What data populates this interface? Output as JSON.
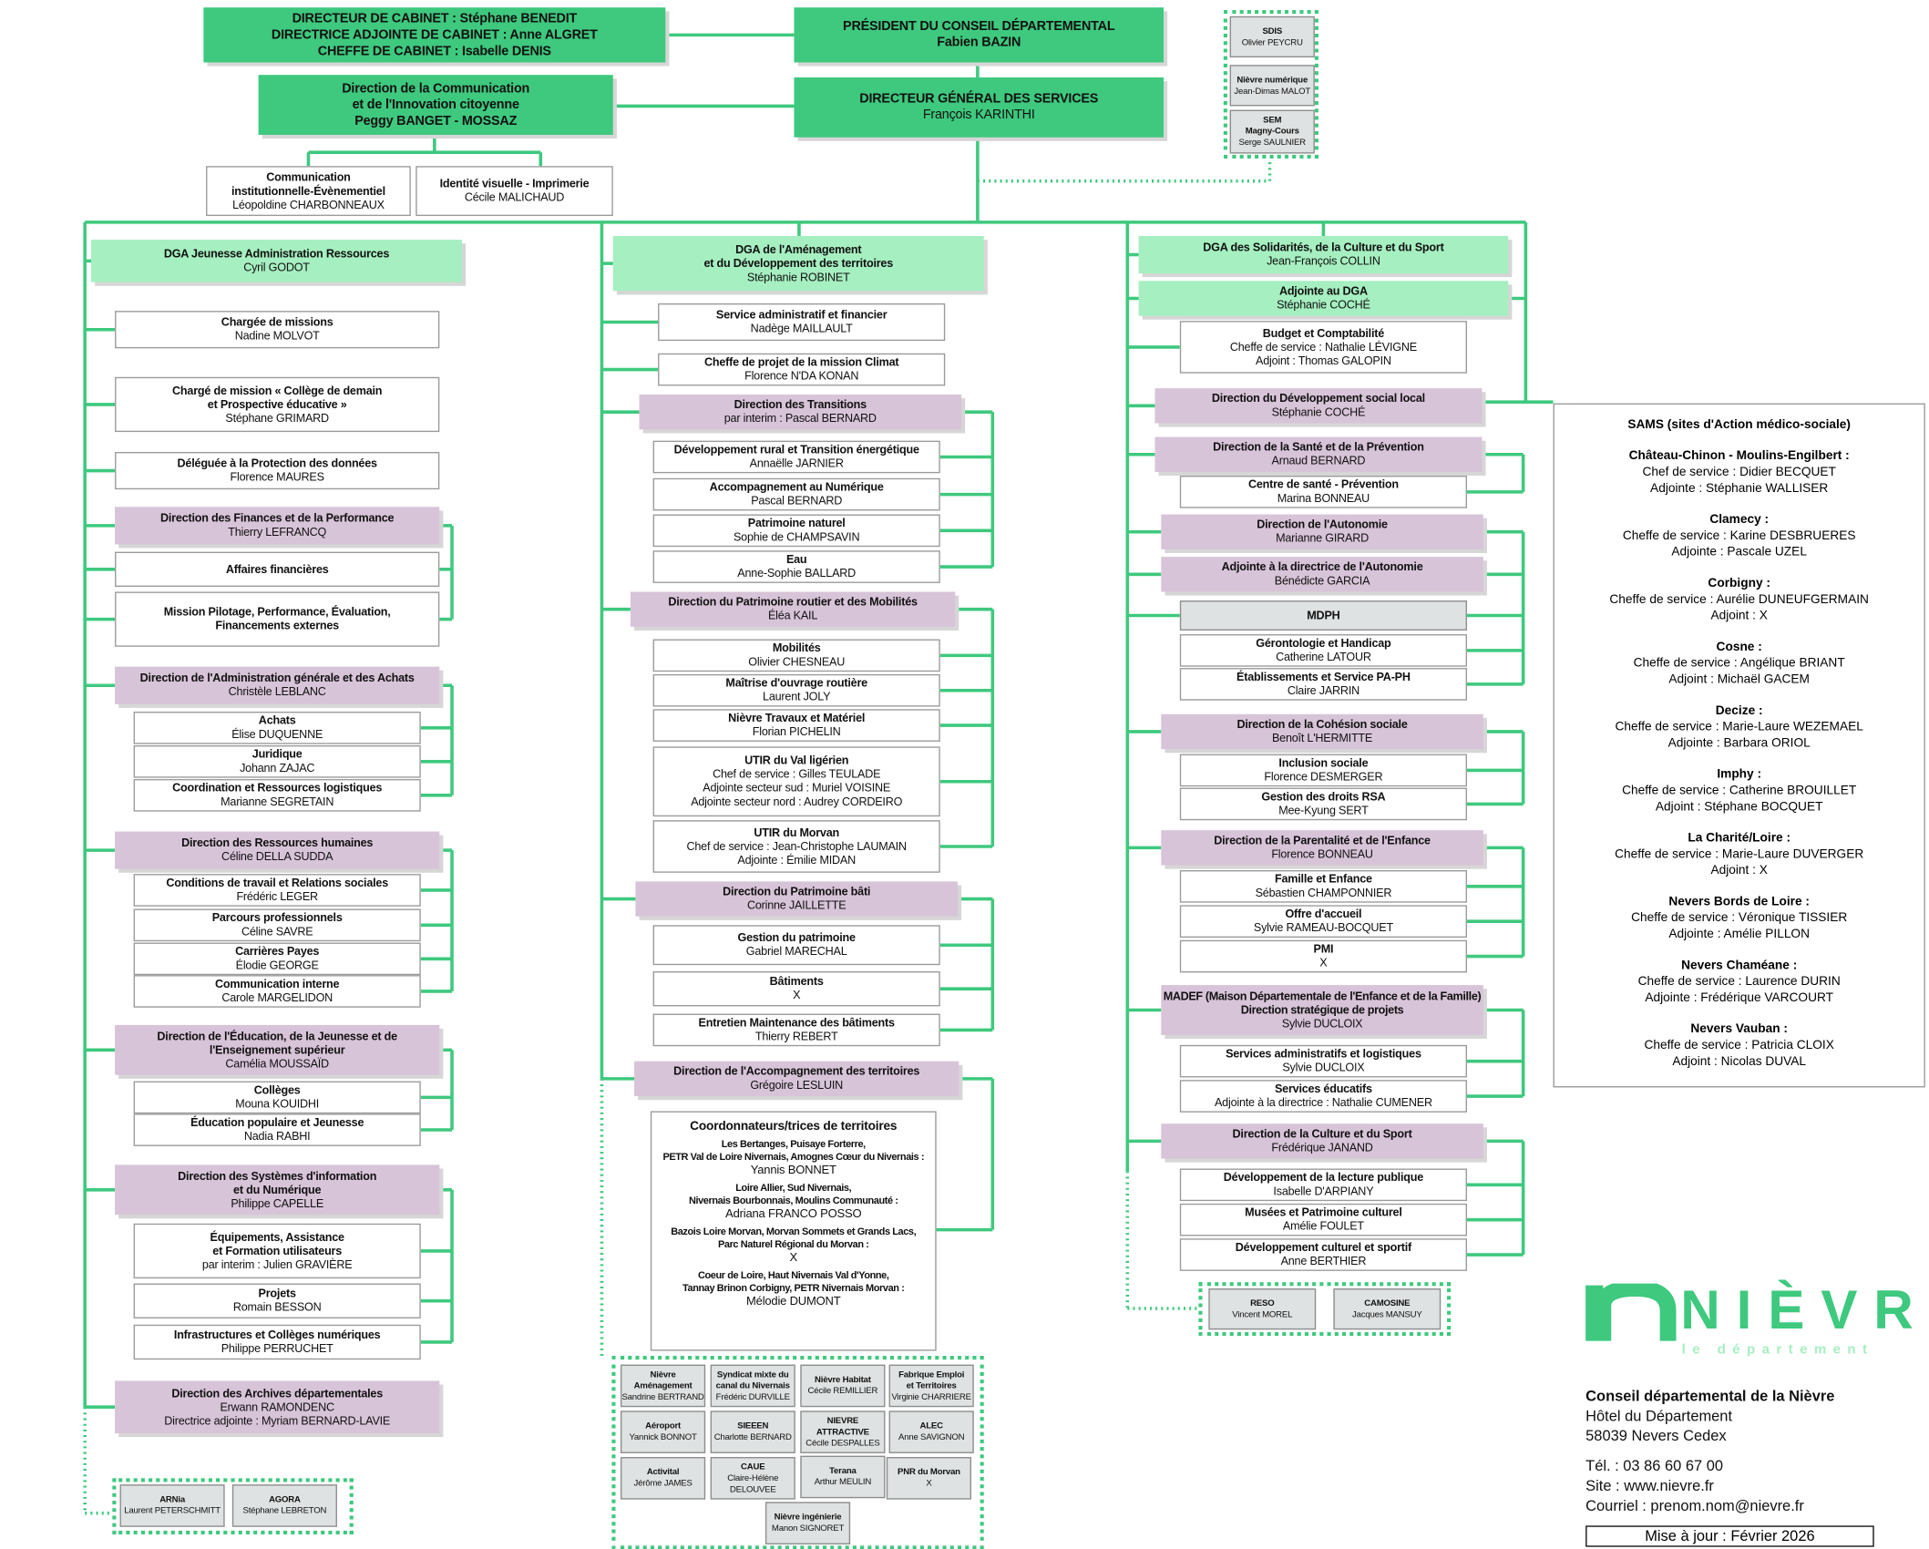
{
  "colors": {
    "primary_green": "#3ec97e",
    "light_green": "#a6efc1",
    "direction_purple": "#d8c4d8",
    "partner_grey": "#dfe2e2"
  },
  "boxes": {
    "cabinet": {
      "title": [
        "DIRECTEUR DE CABINET : Stéphane BENEDIT",
        "DIRECTRICE ADJOINTE DE CABINET : Anne ALGRET",
        "CHEFFE DE CABINET : Isabelle DENIS"
      ],
      "names": []
    },
    "president": {
      "title": [
        "PRÉSIDENT DU CONSEIL DÉPARTEMENTAL",
        "Fabien BAZIN"
      ],
      "names": []
    },
    "communication": {
      "title": [
        "Direction de la Communication",
        "et de l'Innovation citoyenne",
        "Peggy BANGET - MOSSAZ"
      ],
      "names": []
    },
    "dgs": {
      "title": [
        "DIRECTEUR GÉNÉRAL DES SERVICES"
      ],
      "names": [
        "François KARINTHI"
      ]
    },
    "comm-institutionnelle": {
      "title": [
        "Communication",
        "institutionnelle-Évènementiel"
      ],
      "names": [
        "Léopoldine CHARBONNEAUX"
      ]
    },
    "identite-visuelle": {
      "title": [
        "Identité visuelle - Imprimerie"
      ],
      "names": [
        "Cécile MALICHAUD"
      ]
    },
    "sdis": {
      "title": [
        "SDIS"
      ],
      "names": [
        "Olivier PEYCRU"
      ]
    },
    "nievre-numerique": {
      "title": [
        "Nièvre numérique"
      ],
      "names": [
        "Jean-Dimas MALOT"
      ]
    },
    "sem-magny-cours": {
      "title": [
        "SEM",
        "Magny-Cours"
      ],
      "names": [
        "Serge SAULNIER"
      ]
    },
    "dga-jeunesse": {
      "title": [
        "DGA Jeunesse Administration Ressources"
      ],
      "names": [
        "Cyril GODOT"
      ]
    },
    "chargee-missions": {
      "title": [
        "Chargée de missions"
      ],
      "names": [
        "Nadine MOLVOT"
      ]
    },
    "college-demain": {
      "title": [
        "Chargé de mission « Collège de demain",
        "et Prospective éducative »"
      ],
      "names": [
        "Stéphane GRIMARD"
      ]
    },
    "protection-donnees": {
      "title": [
        "Déléguée à la Protection des données"
      ],
      "names": [
        "Florence MAURES"
      ]
    },
    "dir-finances": {
      "title": [
        "Direction des Finances et de la Performance"
      ],
      "names": [
        "Thierry LEFRANCQ"
      ]
    },
    "affaires-financieres": {
      "title": [
        "Affaires financières"
      ],
      "names": []
    },
    "mission-pilotage": {
      "title": [
        "Mission Pilotage, Performance, Évaluation,",
        "Financements externes"
      ],
      "names": []
    },
    "dir-admin-generale": {
      "title": [
        "Direction de l'Administration générale et des Achats"
      ],
      "names": [
        "Christèle LEBLANC"
      ]
    },
    "achats": {
      "title": [
        "Achats"
      ],
      "names": [
        "Élise DUQUENNE"
      ]
    },
    "juridique": {
      "title": [
        "Juridique"
      ],
      "names": [
        "Johann ZAJAC"
      ]
    },
    "coord-logistique": {
      "title": [
        "Coordination et Ressources logistiques"
      ],
      "names": [
        "Marianne SEGRETAIN"
      ]
    },
    "dir-rh": {
      "title": [
        "Direction des Ressources humaines"
      ],
      "names": [
        "Céline DELLA SUDDA"
      ]
    },
    "conditions-travail": {
      "title": [
        "Conditions de travail et Relations sociales"
      ],
      "names": [
        "Frédéric LEGER"
      ]
    },
    "parcours-pro": {
      "title": [
        "Parcours professionnels"
      ],
      "names": [
        "Céline SAVRE"
      ]
    },
    "carrieres-payes": {
      "title": [
        "Carrières Payes"
      ],
      "names": [
        "Élodie GEORGE"
      ]
    },
    "comm-interne": {
      "title": [
        "Communication interne"
      ],
      "names": [
        "Carole MARGELIDON"
      ]
    },
    "dir-education": {
      "title": [
        "Direction de l'Éducation, de la Jeunesse et de",
        "l'Enseignement supérieur"
      ],
      "names": [
        "Camélia MOUSSAÏD"
      ]
    },
    "colleges": {
      "title": [
        "Collèges"
      ],
      "names": [
        "Mouna KOUIDHI"
      ]
    },
    "education-populaire": {
      "title": [
        "Éducation populaire et Jeunesse"
      ],
      "names": [
        "Nadia RABHI"
      ]
    },
    "dir-si": {
      "title": [
        "Direction des Systèmes d'information",
        "et du Numérique"
      ],
      "names": [
        "Philippe CAPELLE"
      ]
    },
    "equipements": {
      "title": [
        "Équipements, Assistance",
        "et Formation utilisateurs"
      ],
      "names": [
        "par interim : Julien GRAVIÈRE"
      ]
    },
    "projets": {
      "title": [
        "Projets"
      ],
      "names": [
        "Romain BESSON"
      ]
    },
    "infrastructures": {
      "title": [
        "Infrastructures et Collèges numériques"
      ],
      "names": [
        "Philippe PERRUCHET"
      ]
    },
    "dir-archives": {
      "title": [
        "Direction des Archives départementales"
      ],
      "names": [
        "Erwann RAMONDENC",
        "Directrice adjointe : Myriam BERNARD-LAVIE"
      ]
    },
    "arnia": {
      "title": [
        "ARNia"
      ],
      "names": [
        "Laurent PETERSCHMITT"
      ]
    },
    "agora": {
      "title": [
        "AGORA"
      ],
      "names": [
        "Stéphane LEBRETON"
      ]
    },
    "dga-amenagement": {
      "title": [
        "DGA de l'Aménagement",
        "et du Développement des territoires"
      ],
      "names": [
        "Stéphanie ROBINET"
      ]
    },
    "service-admin-fin": {
      "title": [
        "Service administratif et financier"
      ],
      "names": [
        "Nadège MAILLAULT"
      ]
    },
    "mission-climat": {
      "title": [
        "Cheffe de projet de la mission Climat"
      ],
      "names": [
        "Florence N'DA KONAN"
      ]
    },
    "dir-transitions": {
      "title": [
        "Direction des Transitions"
      ],
      "names": [
        "par interim : Pascal BERNARD"
      ]
    },
    "dev-rural": {
      "title": [
        "Développement rural et Transition énergétique"
      ],
      "names": [
        "Annaëlle JARNIER"
      ]
    },
    "accomp-numerique": {
      "title": [
        "Accompagnement au Numérique"
      ],
      "names": [
        "Pascal BERNARD"
      ]
    },
    "patrimoine-naturel": {
      "title": [
        "Patrimoine naturel"
      ],
      "names": [
        "Sophie de CHAMPSAVIN"
      ]
    },
    "eau": {
      "title": [
        "Eau"
      ],
      "names": [
        "Anne-Sophie BALLARD"
      ]
    },
    "dir-patrimoine-routier": {
      "title": [
        "Direction du Patrimoine routier et des Mobilités"
      ],
      "names": [
        "Éléa KAIL"
      ]
    },
    "mobilites": {
      "title": [
        "Mobilités"
      ],
      "names": [
        "Olivier CHESNEAU"
      ]
    },
    "maitrise-ouvrage": {
      "title": [
        "Maîtrise d'ouvrage routière"
      ],
      "names": [
        "Laurent JOLY"
      ]
    },
    "nievre-travaux": {
      "title": [
        "Nièvre Travaux et Matériel"
      ],
      "names": [
        "Florian PICHELIN"
      ]
    },
    "utir-val-ligerien": {
      "title": [
        "UTIR du Val ligérien"
      ],
      "names": [
        "Chef de service : Gilles TEULADE",
        "Adjointe secteur sud : Muriel VOISINE",
        "Adjointe secteur nord : Audrey CORDEIRO"
      ]
    },
    "utir-morvan": {
      "title": [
        "UTIR du Morvan"
      ],
      "names": [
        "Chef de service : Jean-Christophe LAUMAIN",
        "Adjointe : Émilie MIDAN"
      ]
    },
    "dir-patrimoine-bati": {
      "title": [
        "Direction du Patrimoine bâti"
      ],
      "names": [
        "Corinne JAILLETTE"
      ]
    },
    "gestion-patrimoine": {
      "title": [
        "Gestion du patrimoine"
      ],
      "names": [
        "Gabriel MARECHAL"
      ]
    },
    "batiments": {
      "title": [
        "Bâtiments"
      ],
      "names": [
        "X"
      ]
    },
    "entretien-batiments": {
      "title": [
        "Entretien Maintenance des bâtiments"
      ],
      "names": [
        "Thierry REBERT"
      ]
    },
    "dir-accomp-territoires": {
      "title": [
        "Direction de l'Accompagnement des territoires"
      ],
      "names": [
        "Grégoire LESLUIN"
      ]
    },
    "nievre-amenagement": {
      "title": [
        "Nièvre",
        "Aménagement"
      ],
      "names": [
        "Sandrine BERTRAND"
      ]
    },
    "syndicat-canal": {
      "title": [
        "Syndicat mixte du",
        "canal du Nivernais"
      ],
      "names": [
        "Frédéric DURVILLE"
      ]
    },
    "nievre-habitat": {
      "title": [
        "Nièvre Habitat"
      ],
      "names": [
        "Cécile REMILLIER"
      ]
    },
    "fabrique-emploi": {
      "title": [
        "Fabrique Emploi",
        "et Territoires"
      ],
      "names": [
        "Virginie CHARRIERE"
      ]
    },
    "aeroport": {
      "title": [
        "Aéroport"
      ],
      "names": [
        "Yannick BONNOT"
      ]
    },
    "sieeen": {
      "title": [
        "SIEEEN"
      ],
      "names": [
        "Charlotte BERNARD"
      ]
    },
    "nievre-attractive": {
      "title": [
        "NIEVRE ATTRACTIVE"
      ],
      "names": [
        "Cécile DESPALLES"
      ]
    },
    "alec": {
      "title": [
        "ALEC"
      ],
      "names": [
        "Anne SAVIGNON"
      ]
    },
    "activital": {
      "title": [
        "Activital"
      ],
      "names": [
        "Jérôme JAMES"
      ]
    },
    "caue": {
      "title": [
        "CAUE"
      ],
      "names": [
        "Claire-Hélène DELOUVEE"
      ]
    },
    "terana": {
      "title": [
        "Terana"
      ],
      "names": [
        "Arthur MEULIN"
      ]
    },
    "pnr-morvan": {
      "title": [
        "PNR du Morvan"
      ],
      "names": [
        "X"
      ]
    },
    "nievre-ingenierie": {
      "title": [
        "Nièvre ingénierie"
      ],
      "names": [
        "Manon SIGNORET"
      ]
    },
    "dga-solidarites": {
      "title": [
        "DGA des Solidarités, de la Culture et du Sport"
      ],
      "names": [
        "Jean-François COLLIN"
      ]
    },
    "adjointe-dga": {
      "title": [
        "Adjointe au DGA"
      ],
      "names": [
        "Stéphanie COCHÉ"
      ]
    },
    "budget-comptabilite": {
      "title": [
        "Budget et Comptabilité"
      ],
      "names": [
        "Cheffe de service : Nathalie LÉVIGNE",
        "Adjoint : Thomas GALOPIN"
      ]
    },
    "dir-dev-social": {
      "title": [
        "Direction du Développement social local"
      ],
      "names": [
        "Stéphanie COCHÉ"
      ]
    },
    "dir-sante": {
      "title": [
        "Direction de la Santé et de la Prévention"
      ],
      "names": [
        "Arnaud BERNARD"
      ]
    },
    "centre-sante": {
      "title": [
        "Centre de santé - Prévention"
      ],
      "names": [
        "Marina BONNEAU"
      ]
    },
    "dir-autonomie": {
      "title": [
        "Direction de l'Autonomie"
      ],
      "names": [
        "Marianne GIRARD"
      ]
    },
    "adjointe-autonomie": {
      "title": [
        "Adjointe à la directrice de l'Autonomie"
      ],
      "names": [
        "Bénédicte GARCIA"
      ]
    },
    "mdph": {
      "title": [
        "MDPH"
      ],
      "names": []
    },
    "gerontologie": {
      "title": [
        "Gérontologie et Handicap"
      ],
      "names": [
        "Catherine LATOUR"
      ]
    },
    "etablissements-pa-ph": {
      "title": [
        "Établissements et Service PA-PH"
      ],
      "names": [
        "Claire JARRIN"
      ]
    },
    "dir-cohesion": {
      "title": [
        "Direction de la Cohésion sociale"
      ],
      "names": [
        "Benoît L'HERMITTE"
      ]
    },
    "inclusion-sociale": {
      "title": [
        "Inclusion sociale"
      ],
      "names": [
        "Florence DESMERGER"
      ]
    },
    "droits-rsa": {
      "title": [
        "Gestion des droits RSA"
      ],
      "names": [
        "Mee-Kyung SERT"
      ]
    },
    "dir-parentalite": {
      "title": [
        "Direction de la Parentalité et de l'Enfance"
      ],
      "names": [
        "Florence BONNEAU"
      ]
    },
    "famille-enfance": {
      "title": [
        "Famille et Enfance"
      ],
      "names": [
        "Sébastien CHAMPONNIER"
      ]
    },
    "offre-accueil": {
      "title": [
        "Offre d'accueil"
      ],
      "names": [
        "Sylvie RAMEAU-BOCQUET"
      ]
    },
    "pmi": {
      "title": [
        "PMI"
      ],
      "names": [
        "X"
      ]
    },
    "madef": {
      "title": [
        "MADEF (Maison Départementale de l'Enfance et de la Famille)",
        "Direction stratégique de projets"
      ],
      "names": [
        "Sylvie DUCLOIX"
      ]
    },
    "services-admin-log": {
      "title": [
        "Services administratifs et logistiques"
      ],
      "names": [
        "Sylvie DUCLOIX"
      ]
    },
    "services-educatifs": {
      "title": [
        "Services éducatifs"
      ],
      "names": [
        "Adjointe à la directrice : Nathalie CUMENER"
      ]
    },
    "dir-culture-sport": {
      "title": [
        "Direction de la Culture et du Sport"
      ],
      "names": [
        "Frédérique JANAND"
      ]
    },
    "lecture-publique": {
      "title": [
        "Développement de la lecture publique"
      ],
      "names": [
        "Isabelle D'ARPIANY"
      ]
    },
    "musees": {
      "title": [
        "Musées et Patrimoine culturel"
      ],
      "names": [
        "Amélie FOULET"
      ]
    },
    "dev-culturel": {
      "title": [
        "Développement culturel et sportif"
      ],
      "names": [
        "Anne BERTHIER"
      ]
    },
    "reso": {
      "title": [
        "RESO"
      ],
      "names": [
        "Vincent MOREL"
      ]
    },
    "camosine": {
      "title": [
        "CAMOSINE"
      ],
      "names": [
        "Jacques MANSUY"
      ]
    }
  },
  "coordinators": {
    "title": "Coordonnateurs/trices de territoires",
    "groups": [
      {
        "areas": [
          "Les Bertanges, Puisaye Forterre,",
          "PETR Val de Loire Nivernais, Amognes Cœur du Nivernais :"
        ],
        "name": "Yannis BONNET"
      },
      {
        "areas": [
          "Loire Allier, Sud Nivernais,",
          "Nivernais Bourbonnais, Moulins Communauté :"
        ],
        "name": "Adriana FRANCO POSSO"
      },
      {
        "areas": [
          "Bazois Loire Morvan, Morvan Sommets et Grands Lacs,",
          "Parc Naturel Régional du Morvan :"
        ],
        "name": "X"
      },
      {
        "areas": [
          "Coeur de Loire, Haut Nivernais Val d'Yonne,",
          "Tannay Brinon Corbigny, PETR Nivernais Morvan :"
        ],
        "name": "Mélodie DUMONT"
      }
    ]
  },
  "sams": {
    "title": "SAMS (sites d'Action médico-sociale)",
    "sites": [
      {
        "name": "Château-Chinon - Moulins-Engilbert :",
        "lines": [
          "Chef de service : Didier BECQUET",
          "Adjointe : Stéphanie WALLISER"
        ]
      },
      {
        "name": "Clamecy :",
        "lines": [
          "Cheffe de service : Karine DESBRUERES",
          "Adjointe : Pascale UZEL"
        ]
      },
      {
        "name": "Corbigny :",
        "lines": [
          "Cheffe de service : Aurélie DUNEUFGERMAIN",
          "Adjoint : X"
        ]
      },
      {
        "name": "Cosne :",
        "lines": [
          "Cheffe de service : Angélique BRIANT",
          "Adjoint : Michaël GACEM"
        ]
      },
      {
        "name": "Decize :",
        "lines": [
          "Cheffe de service : Marie-Laure WEZEMAEL",
          "Adjointe : Barbara ORIOL"
        ]
      },
      {
        "name": "Imphy :",
        "lines": [
          "Cheffe de service : Catherine BROUILLET",
          "Adjoint : Stéphane BOCQUET"
        ]
      },
      {
        "name": "La Charité/Loire :",
        "lines": [
          "Cheffe de service : Marie-Laure DUVERGER",
          "Adjoint : X"
        ]
      },
      {
        "name": "Nevers Bords de Loire :",
        "lines": [
          "Cheffe de service : Véronique TISSIER",
          "Adjointe : Amélie PILLON"
        ]
      },
      {
        "name": "Nevers Chaméane :",
        "lines": [
          "Cheffe de service : Laurence DURIN",
          "Adjointe : Frédérique VARCOURT"
        ]
      },
      {
        "name": "Nevers Vauban :",
        "lines": [
          "Cheffe de service : Patricia CLOIX",
          "Adjoint : Nicolas DUVAL"
        ]
      }
    ]
  },
  "logo": {
    "word": "NIÈVRE",
    "tagline": "le département"
  },
  "contact": {
    "org": "Conseil départemental de la Nièvre",
    "address1": "Hôtel du Département",
    "address2": "58039 Nevers Cedex",
    "phone": "Tél. : 03 86 60 67 00",
    "site": "Site : www.nievre.fr",
    "email": "Courriel : prenom.nom@nievre.fr"
  },
  "update": "Mise à jour : Février 2026"
}
